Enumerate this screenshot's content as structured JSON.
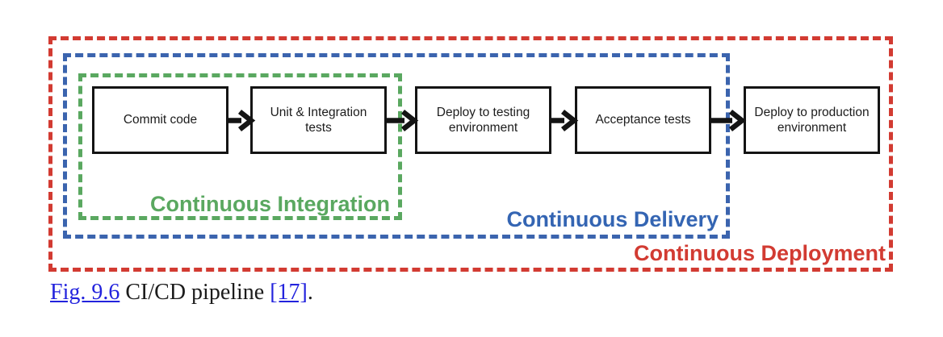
{
  "pipeline": {
    "boxes": [
      {
        "label": "Commit code"
      },
      {
        "label": "Unit & Integration tests"
      },
      {
        "label": "Deploy to testing environment"
      },
      {
        "label": "Acceptance tests"
      },
      {
        "label": "Deploy to production environment"
      }
    ],
    "stages": [
      {
        "label": "Continuous Integration",
        "color": "#5aa860"
      },
      {
        "label": "Continuous Delivery",
        "color": "#3465b3"
      },
      {
        "label": "Continuous Deployment",
        "color": "#d23b32"
      }
    ],
    "arrow_color": "#141414",
    "box_border_color": "#141414"
  },
  "caption": {
    "figure_link": "Fig. 9.6",
    "text": "CI/CD pipeline",
    "reference_link": "[17]",
    "period": ".",
    "link_color": "#2323dd"
  }
}
